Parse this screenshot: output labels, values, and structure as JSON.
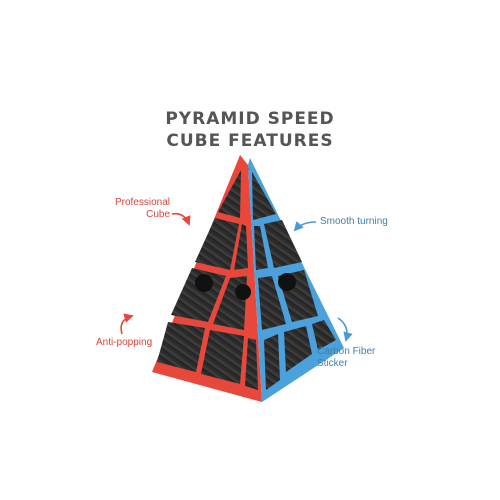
{
  "title": {
    "line1": "PYRAMID SPEED",
    "line2": "CUBE FEATURES"
  },
  "callouts": {
    "professional_line1": "Professional",
    "professional_line2": "Cube",
    "smooth_turning": "Smooth turning",
    "anti_popping": "Anti-popping",
    "carbon_line1": "Carbon Fiber",
    "carbon_line2": "Sticker"
  },
  "colors": {
    "title": "#555555",
    "red_accent": "#e8473c",
    "blue_accent": "#4a9ad4",
    "sticker": "#2a2a2a"
  },
  "icons": [
    "curved-arrow-icon"
  ]
}
